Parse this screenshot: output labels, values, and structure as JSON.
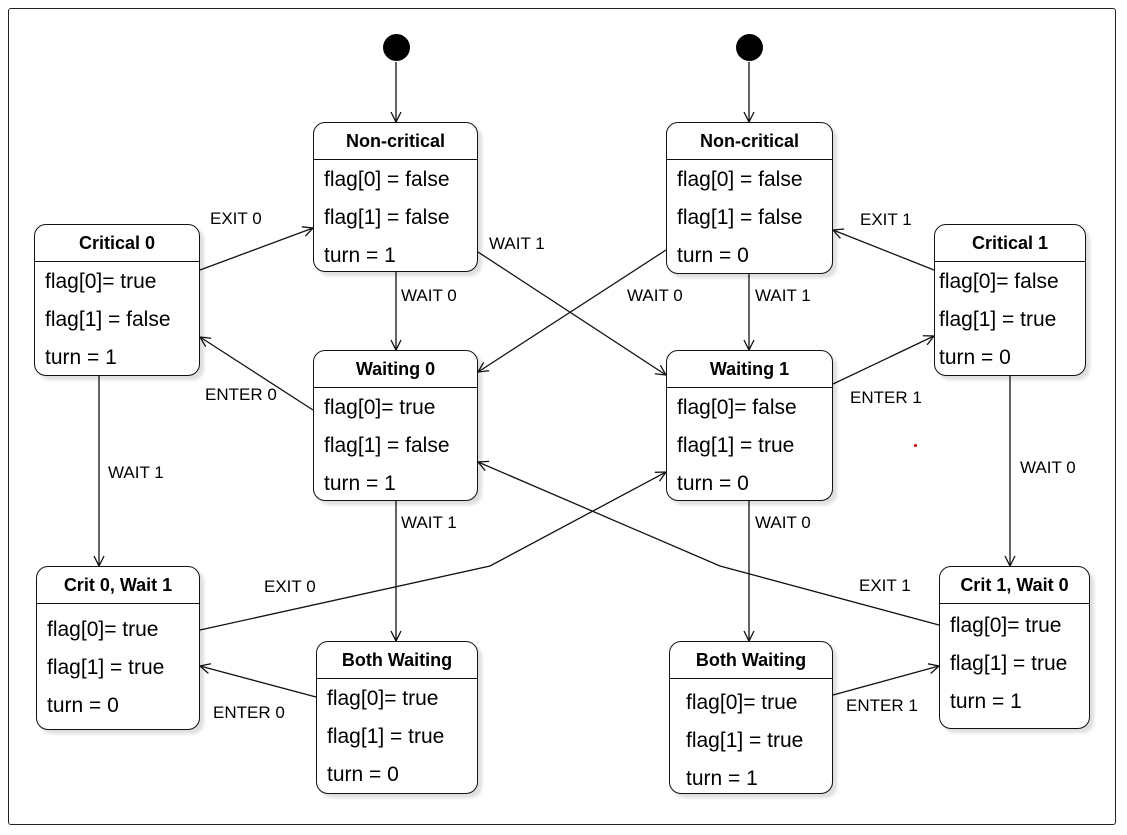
{
  "states": {
    "noncritical_0": {
      "title": "Non-critical",
      "vars": [
        "flag[0] = false",
        "flag[1] = false",
        "turn = 1"
      ]
    },
    "noncritical_1": {
      "title": "Non-critical",
      "vars": [
        "flag[0] = false",
        "flag[1] = false",
        "turn = 0"
      ]
    },
    "critical_0": {
      "title": "Critical 0",
      "vars": [
        "flag[0]= true",
        "flag[1] = false",
        "turn = 1"
      ]
    },
    "critical_1": {
      "title": "Critical 1",
      "vars": [
        "flag[0]= false",
        "flag[1] = true",
        "turn = 0"
      ]
    },
    "waiting_0": {
      "title": "Waiting 0",
      "vars": [
        "flag[0]= true",
        "flag[1] = false",
        "turn = 1"
      ]
    },
    "waiting_1": {
      "title": "Waiting 1",
      "vars": [
        "flag[0]= false",
        "flag[1] = true",
        "turn = 0"
      ]
    },
    "crit0_wait1": {
      "title": "Crit 0, Wait 1",
      "vars": [
        "flag[0]= true",
        "flag[1] = true",
        "turn = 0"
      ]
    },
    "crit1_wait0": {
      "title": "Crit 1, Wait 0",
      "vars": [
        "flag[0]= true",
        "flag[1] = true",
        "turn = 1"
      ]
    },
    "both_waiting_0": {
      "title": "Both Waiting",
      "vars": [
        "flag[0]= true",
        "flag[1] = true",
        "turn = 0"
      ]
    },
    "both_waiting_1": {
      "title": "Both Waiting",
      "vars": [
        "flag[0]= true",
        "flag[1] = true",
        "turn = 1"
      ]
    }
  },
  "transitions": {
    "exit0_top": "EXIT 0",
    "wait1_top": "WAIT 1",
    "exit1_top": "EXIT 1",
    "wait0_nc0": "WAIT 0",
    "wait0_nc1": "WAIT 0",
    "wait1_nc1": "WAIT 1",
    "enter0_mid": "ENTER 0",
    "enter1_mid": "ENTER 1",
    "wait1_crit0": "WAIT 1",
    "wait0_crit1": "WAIT 0",
    "wait1_w0": "WAIT 1",
    "wait0_w1": "WAIT 0",
    "exit0_bottom": "EXIT 0",
    "exit1_bottom": "EXIT 1",
    "enter0_bottom": "ENTER 0",
    "enter1_bottom": "ENTER 1"
  }
}
